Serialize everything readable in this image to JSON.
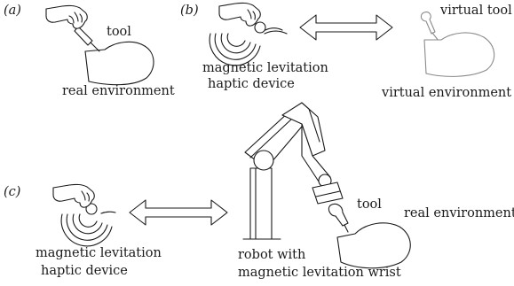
{
  "panels": {
    "a": {
      "tag": "(a)",
      "tool_label": "tool",
      "environment_label": "real environment"
    },
    "b": {
      "tag": "(b)",
      "device_label_line1": "magnetic levitation",
      "device_label_line2": "haptic device",
      "virtual_tool_label": "virtual tool",
      "virtual_env_label": "virtual environment"
    },
    "c": {
      "tag": "(c)",
      "device_label_line1": "magnetic levitation",
      "device_label_line2": "haptic device",
      "robot_label_line1": "robot with",
      "robot_label_line2": "magnetic levitation wrist",
      "tool_label": "tool",
      "environment_label": "real environment"
    }
  },
  "icons": {
    "hand": "hand-icon",
    "tool": "tool-icon",
    "arrow": "double-arrow-icon",
    "device": "maglev-device-icon",
    "robot": "robot-arm-icon"
  },
  "colors": {
    "ink": "#1a1a1a",
    "virtual_grey": "#8a8a8a"
  }
}
